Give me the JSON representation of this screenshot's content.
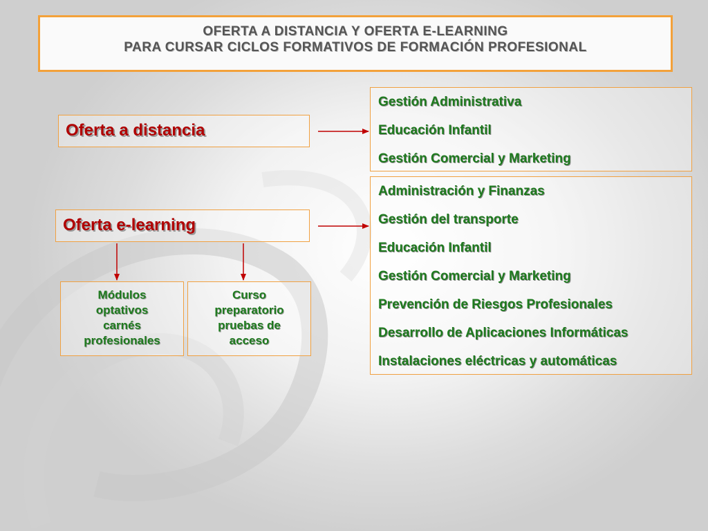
{
  "title": {
    "line1": "OFERTA A DISTANCIA  Y OFERTA E-LEARNING",
    "line2": "PARA CURSAR CICLOS FORMATIVOS DE FORMACIÓN PROFESIONAL"
  },
  "distancia": {
    "label": "Oferta a distancia",
    "courses": [
      "Gestión Administrativa",
      "Educación Infantil",
      "Gestión Comercial y Marketing"
    ]
  },
  "elearning": {
    "label": "Oferta e-learning",
    "courses": [
      "Administración y Finanzas",
      "Gestión del transporte",
      "Educación Infantil",
      "Gestión Comercial y Marketing",
      "Prevención de Riesgos Profesionales",
      "Desarrollo de Aplicaciones Informáticas",
      "Instalaciones eléctricas y automáticas"
    ],
    "sub_boxes": [
      {
        "lines": [
          "Módulos",
          "optativos",
          "carnés",
          "profesionales"
        ]
      },
      {
        "lines": [
          "Curso",
          "preparatorio",
          "pruebas de",
          "acceso"
        ]
      }
    ]
  },
  "colors": {
    "accent_border": "#f3a13a",
    "label_red": "#b00000",
    "course_green": "#1e7a1e",
    "arrow_red": "#c00000"
  }
}
